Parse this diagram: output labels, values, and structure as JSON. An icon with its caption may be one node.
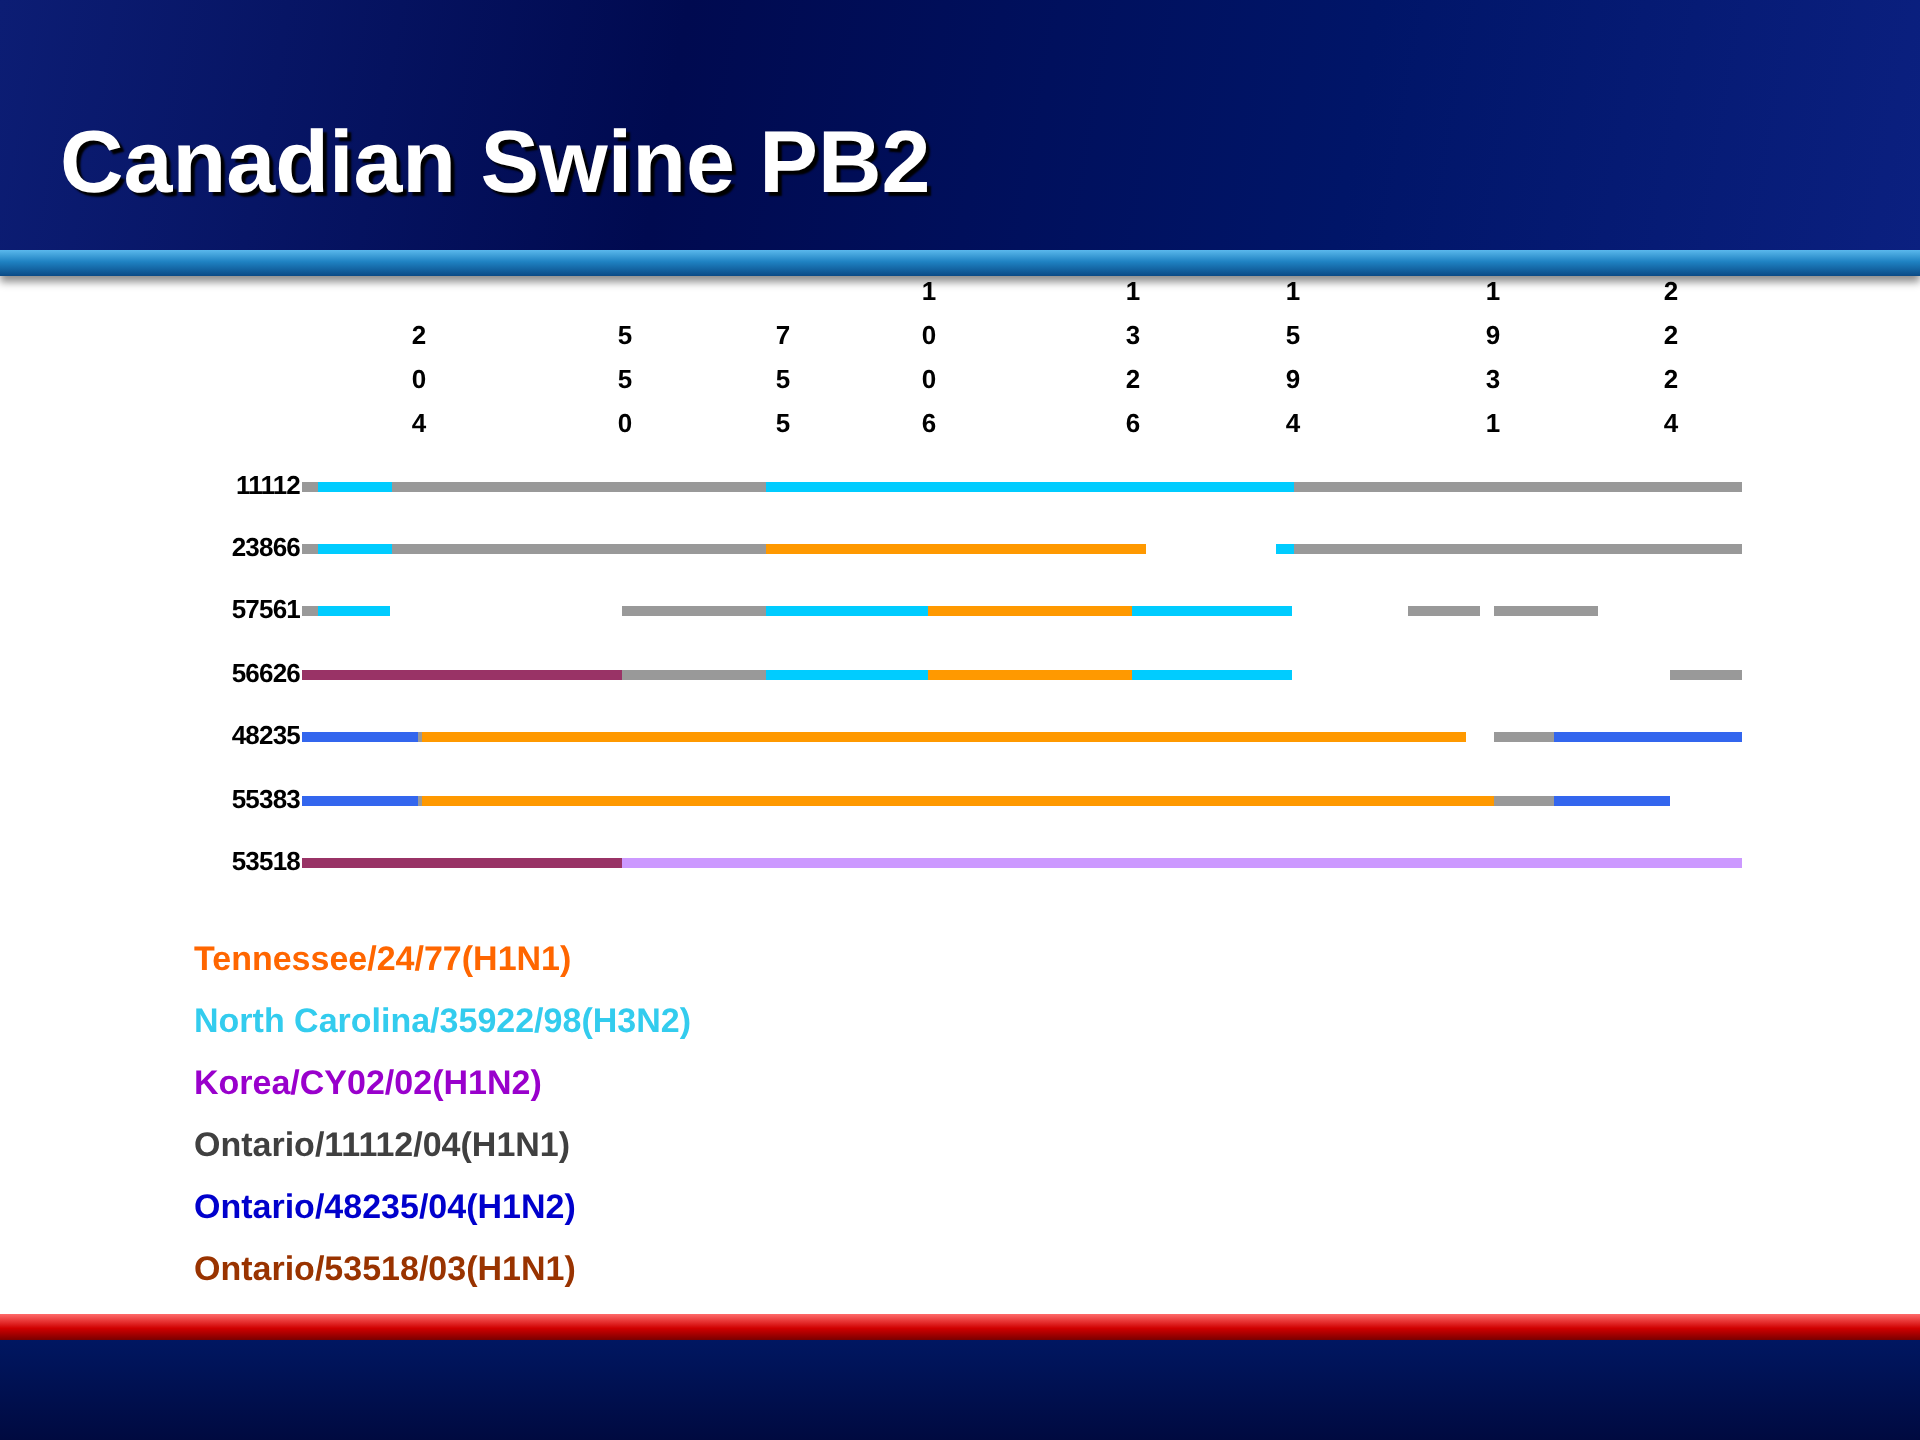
{
  "diagram": {
    "title": "Canadian Swine PB2",
    "labels": [
      "204",
      "550",
      "755",
      "1006",
      "1326",
      "1594",
      "1931",
      "2224",
      "11112",
      "23866",
      "57561",
      "56626",
      "48235",
      "55383",
      "53518"
    ],
    "legend": [
      {
        "text": "Tennessee/24/77(H1N1)",
        "color": "#ff6600"
      },
      {
        "text": "North Carolina/35922/98(H3N2)",
        "color": "#33ccee"
      },
      {
        "text": "Korea/CY02/02(H1N2)",
        "color": "#9900cc"
      },
      {
        "text": "Ontario/11112/04(H1N1)",
        "color": "#404040"
      },
      {
        "text": "Ontario/48235/04(H1N2)",
        "color": "#0000cc"
      },
      {
        "text": "Ontario/53518/03(H1N1)",
        "color": "#993300"
      }
    ]
  }
}
